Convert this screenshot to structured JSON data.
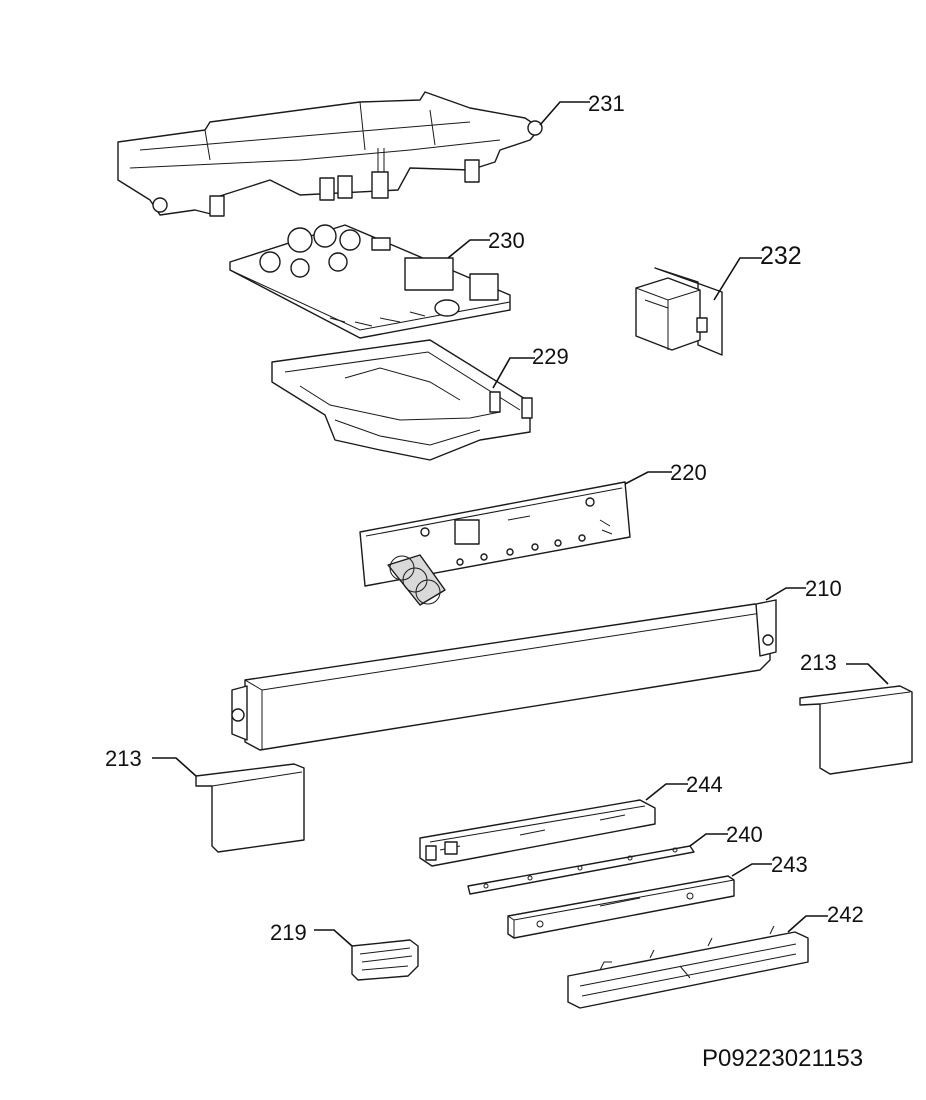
{
  "parts": [
    {
      "id": "p231",
      "number": "231"
    },
    {
      "id": "p230",
      "number": "230"
    },
    {
      "id": "p232",
      "number": "232"
    },
    {
      "id": "p229",
      "number": "229"
    },
    {
      "id": "p220",
      "number": "220"
    },
    {
      "id": "p210",
      "number": "210"
    },
    {
      "id": "p213r",
      "number": "213"
    },
    {
      "id": "p213l",
      "number": "213"
    },
    {
      "id": "p244",
      "number": "244"
    },
    {
      "id": "p240",
      "number": "240"
    },
    {
      "id": "p243",
      "number": "243"
    },
    {
      "id": "p219",
      "number": "219"
    },
    {
      "id": "p242",
      "number": "242"
    }
  ],
  "document_id": "P09223021153"
}
